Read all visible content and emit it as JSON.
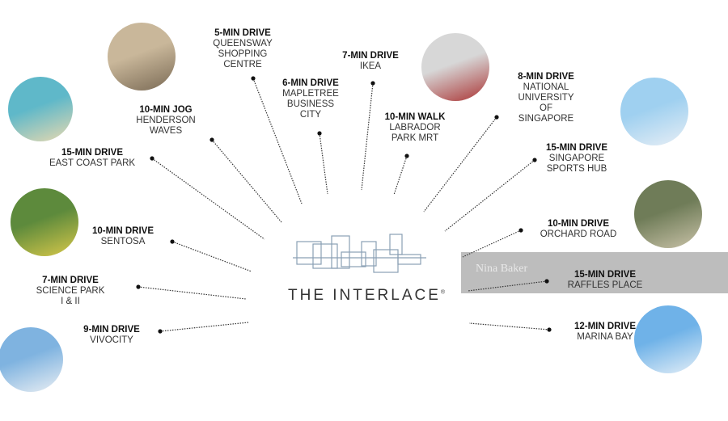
{
  "project": {
    "name": "THE INTERLACE",
    "mark": "®"
  },
  "watermark": "Nina Baker",
  "destinations": [
    {
      "time": "5-MIN DRIVE",
      "place": [
        "QUEENSWAY",
        "SHOPPING",
        "CENTRE"
      ]
    },
    {
      "time": "7-MIN DRIVE",
      "place": [
        "IKEA"
      ]
    },
    {
      "time": "6-MIN DRIVE",
      "place": [
        "MAPLETREE",
        "BUSINESS",
        "CITY"
      ]
    },
    {
      "time": "10-MIN JOG",
      "place": [
        "HENDERSON",
        "WAVES"
      ]
    },
    {
      "time": "10-MIN WALK",
      "place": [
        "LABRADOR",
        "PARK MRT"
      ]
    },
    {
      "time": "8-MIN DRIVE",
      "place": [
        "NATIONAL",
        "UNIVERSITY",
        "OF",
        "SINGAPORE"
      ]
    },
    {
      "time": "15-MIN DRIVE",
      "place": [
        "EAST COAST PARK"
      ]
    },
    {
      "time": "15-MIN DRIVE",
      "place": [
        "SINGAPORE",
        "SPORTS HUB"
      ]
    },
    {
      "time": "10-MIN DRIVE",
      "place": [
        "SENTOSA"
      ]
    },
    {
      "time": "10-MIN DRIVE",
      "place": [
        "ORCHARD ROAD"
      ]
    },
    {
      "time": "7-MIN DRIVE",
      "place": [
        "SCIENCE PARK",
        "I & II"
      ]
    },
    {
      "time": "15-MIN DRIVE",
      "place": [
        "RAFFLES PLACE"
      ]
    },
    {
      "time": "9-MIN DRIVE",
      "place": [
        "VIVOCITY"
      ]
    },
    {
      "time": "12-MIN DRIVE",
      "place": [
        "MARINA BAY"
      ]
    }
  ],
  "photos": [
    {
      "subject": "henderson-waves",
      "colors": [
        "#c9b79a",
        "#7a6a55"
      ]
    },
    {
      "subject": "east-coast-park",
      "colors": [
        "#5fb8c9",
        "#e8d9b0"
      ]
    },
    {
      "subject": "sentosa",
      "colors": [
        "#5d8a3c",
        "#d8c84a"
      ]
    },
    {
      "subject": "vivocity",
      "colors": [
        "#7fb3e0",
        "#e9eef3"
      ]
    },
    {
      "subject": "labrador-park-mrt",
      "colors": [
        "#d7d7d7",
        "#a33"
      ]
    },
    {
      "subject": "sports-hub",
      "colors": [
        "#9fd0f0",
        "#e7eef5"
      ]
    },
    {
      "subject": "orchard-road",
      "colors": [
        "#6f7c58",
        "#c9c2a8"
      ]
    },
    {
      "subject": "marina-bay",
      "colors": [
        "#6fb2e8",
        "#e3eef7"
      ]
    }
  ]
}
